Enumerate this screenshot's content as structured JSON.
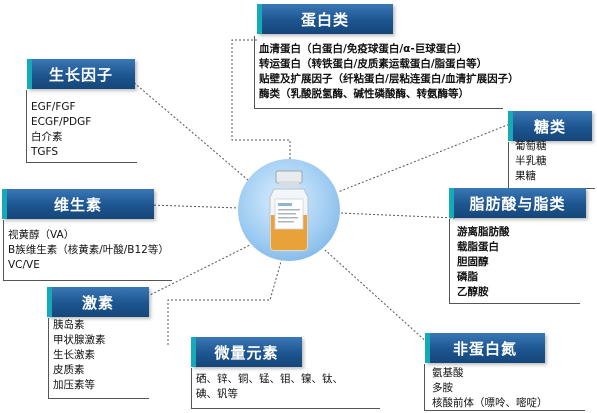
{
  "center": {
    "image": "cell-culture-medium-bottle-icon"
  },
  "nodes": [
    {
      "id": "protein",
      "title": "蛋白类",
      "items": [
        "血清蛋白（白蛋白/免疫球蛋白/α-巨球蛋白）",
        "转运蛋白（转铁蛋白/皮质素运载蛋白/脂蛋白等）",
        "贴壁及扩展因子（纤粘蛋白/层粘连蛋白/血清扩展因子）",
        "酶类（乳酸脱氢酶、碱性磷酸酶、转氨酶等）"
      ]
    },
    {
      "id": "growth",
      "title": "生长因子",
      "items": [
        "EGF/FGF",
        "ECGF/PDGF",
        "白介素",
        "TGFS"
      ]
    },
    {
      "id": "sugar",
      "title": "糖类",
      "items": [
        "葡萄糖",
        "半乳糖",
        "果糖"
      ]
    },
    {
      "id": "vitamin",
      "title": "维生素",
      "items": [
        "视黄醇（VA）",
        "B族维生素（核黄素/叶酸/B12等）",
        "VC/VE"
      ]
    },
    {
      "id": "lipid",
      "title": "脂肪酸与脂类",
      "items": [
        "游离脂肪酸",
        "载脂蛋白",
        "胆固醇",
        "磷脂",
        "乙醇胺"
      ]
    },
    {
      "id": "hormone",
      "title": "激素",
      "items": [
        "胰岛素",
        "甲状腺激素",
        "生长激素",
        "皮质素",
        "加压素等"
      ]
    },
    {
      "id": "trace",
      "title": "微量元素",
      "items": [
        "硒、锌、铜、锰、钼、镍、钛、",
        "碘、钒等"
      ]
    },
    {
      "id": "npn",
      "title": "非蛋白氮",
      "items": [
        "氨基酸",
        "多胺",
        "核酸前体（嘌呤、嘧啶）"
      ]
    }
  ]
}
